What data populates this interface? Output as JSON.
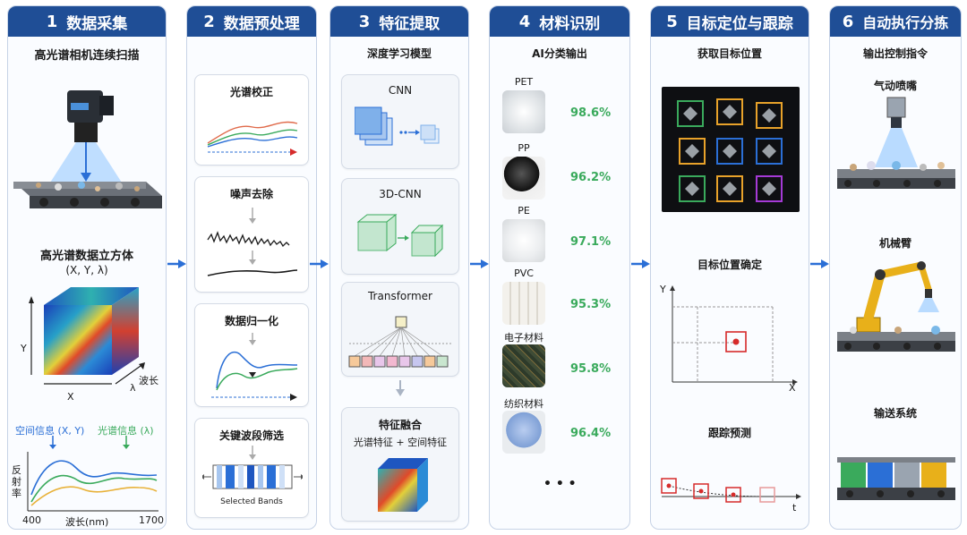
{
  "steps": [
    {
      "num": "1",
      "title": "数据采集"
    },
    {
      "num": "2",
      "title": "数据预处理"
    },
    {
      "num": "3",
      "title": "特征提取"
    },
    {
      "num": "4",
      "title": "材料识别"
    },
    {
      "num": "5",
      "title": "目标定位与跟踪"
    },
    {
      "num": "6",
      "title": "自动执行分拣"
    }
  ],
  "p1": {
    "camera": "高光谱相机连续扫描",
    "cube_title": "高光谱数据立方体",
    "cube_sub": "(X, Y, λ)",
    "axis_y": "Y",
    "axis_x": "X",
    "axis_l": "λ",
    "axis_wave": "波长",
    "spatial": "空间信息 (X, Y)",
    "spectral": "光谱信息 (λ)",
    "refl": "反射率",
    "x_min": "400",
    "x_label": "波长(nm)",
    "x_max": "1700"
  },
  "p2": {
    "b1": "光谱校正",
    "b2": "噪声去除",
    "b3": "数据归一化",
    "b4": "关键波段筛选",
    "bands": "Selected Bands"
  },
  "p3": {
    "title": "深度学习模型",
    "m1": "CNN",
    "m2": "3D-CNN",
    "m3": "Transformer",
    "fuse": "特征融合",
    "fuse_sub": "光谱特征 + 空间特征"
  },
  "p4": {
    "title": "AI分类输出",
    "items": [
      {
        "name": "PET",
        "pct": "98.6%"
      },
      {
        "name": "PP",
        "pct": "96.2%"
      },
      {
        "name": "PE",
        "pct": "97.1%"
      },
      {
        "name": "PVC",
        "pct": "95.3%"
      },
      {
        "name": "电子材料",
        "pct": "95.8%"
      },
      {
        "name": "纺织材料",
        "pct": "96.4%"
      }
    ],
    "more": "• • •"
  },
  "p5": {
    "get": "获取目标位置",
    "confirm": "目标位置确定",
    "y": "Y",
    "x": "X",
    "track": "跟踪预测",
    "t": "t"
  },
  "p6": {
    "title": "输出控制指令",
    "air": "气动喷嘴",
    "arm": "机械臂",
    "conv": "输送系统"
  },
  "colors": {
    "header": "#1f4e96",
    "accent_green": "#3aaa5c",
    "accent_blue": "#2b6fd6",
    "track_red": "#d62b2b"
  }
}
